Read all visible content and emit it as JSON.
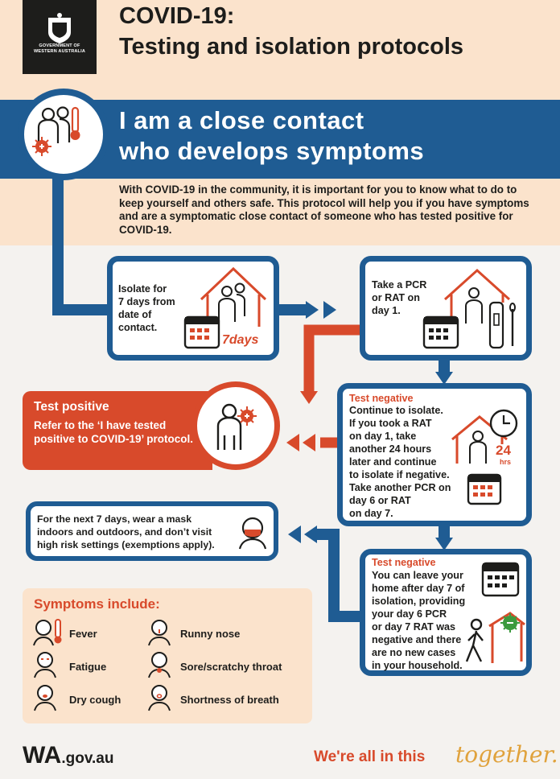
{
  "header": {
    "logo_line1": "GOVERNMENT OF",
    "logo_line2": "WESTERN AUSTRALIA",
    "title_line1": "COVID-19:",
    "title_line2": "Testing and isolation protocols"
  },
  "banner": {
    "line1": "I am a close contact",
    "line2": "who develops symptoms"
  },
  "intro": "With COVID-19 in the community, it is important for you to know what to do to keep yourself and others safe. This protocol will help you if you have symptoms and are a symptomatic close contact of someone who has tested positive for COVID-19.",
  "steps": {
    "isolate": {
      "line1": "Isolate for",
      "line2": "7 days from",
      "line3": "date of",
      "line4": "contact.",
      "badge": "7days"
    },
    "test": {
      "line1": "Take a PCR",
      "line2": "or RAT on",
      "line3": "day 1."
    },
    "negative1": {
      "label": "Test negative",
      "line1": "Continue to isolate.",
      "line2": "If you took a RAT",
      "line3": "on day 1, take",
      "line4": "another 24 hours",
      "line5": "later and continue",
      "line6": "to isolate if negative.",
      "line7": "Take another PCR on",
      "line8": "day 6 or RAT",
      "line9": "on day 7.",
      "hours_num": "24",
      "hours_unit": "hrs"
    },
    "positive": {
      "title": "Test positive",
      "text": "Refer to the ‘I have tested positive to COVID-19’ protocol."
    },
    "mask": {
      "line1": "For the next 7 days, wear a mask",
      "line2": "indoors and outdoors, and don’t visit",
      "line3": "high risk settings (exemptions apply)."
    },
    "negative2": {
      "label": "Test negative",
      "line1": "You can leave your",
      "line2": "home after day 7 of",
      "line3": "isolation, providing",
      "line4": "your day 6 PCR",
      "line5": "or day 7 RAT was",
      "line6": "negative and there",
      "line7": "are no new cases",
      "line8": "in your household."
    }
  },
  "symptoms": {
    "title": "Symptoms include:",
    "items": [
      "Fever",
      "Runny nose",
      "Fatigue",
      "Sore/scratchy throat",
      "Dry cough",
      "Shortness of breath"
    ]
  },
  "footer": {
    "wa": "WA",
    "domain": ".gov.au",
    "tagline": "We're all in this",
    "tagline_script": "together."
  },
  "colors": {
    "navy": "#1f5c93",
    "red": "#d84a2b",
    "peach": "#fbe3cc",
    "gold": "#e0a23c",
    "green": "#3c9a3e"
  }
}
